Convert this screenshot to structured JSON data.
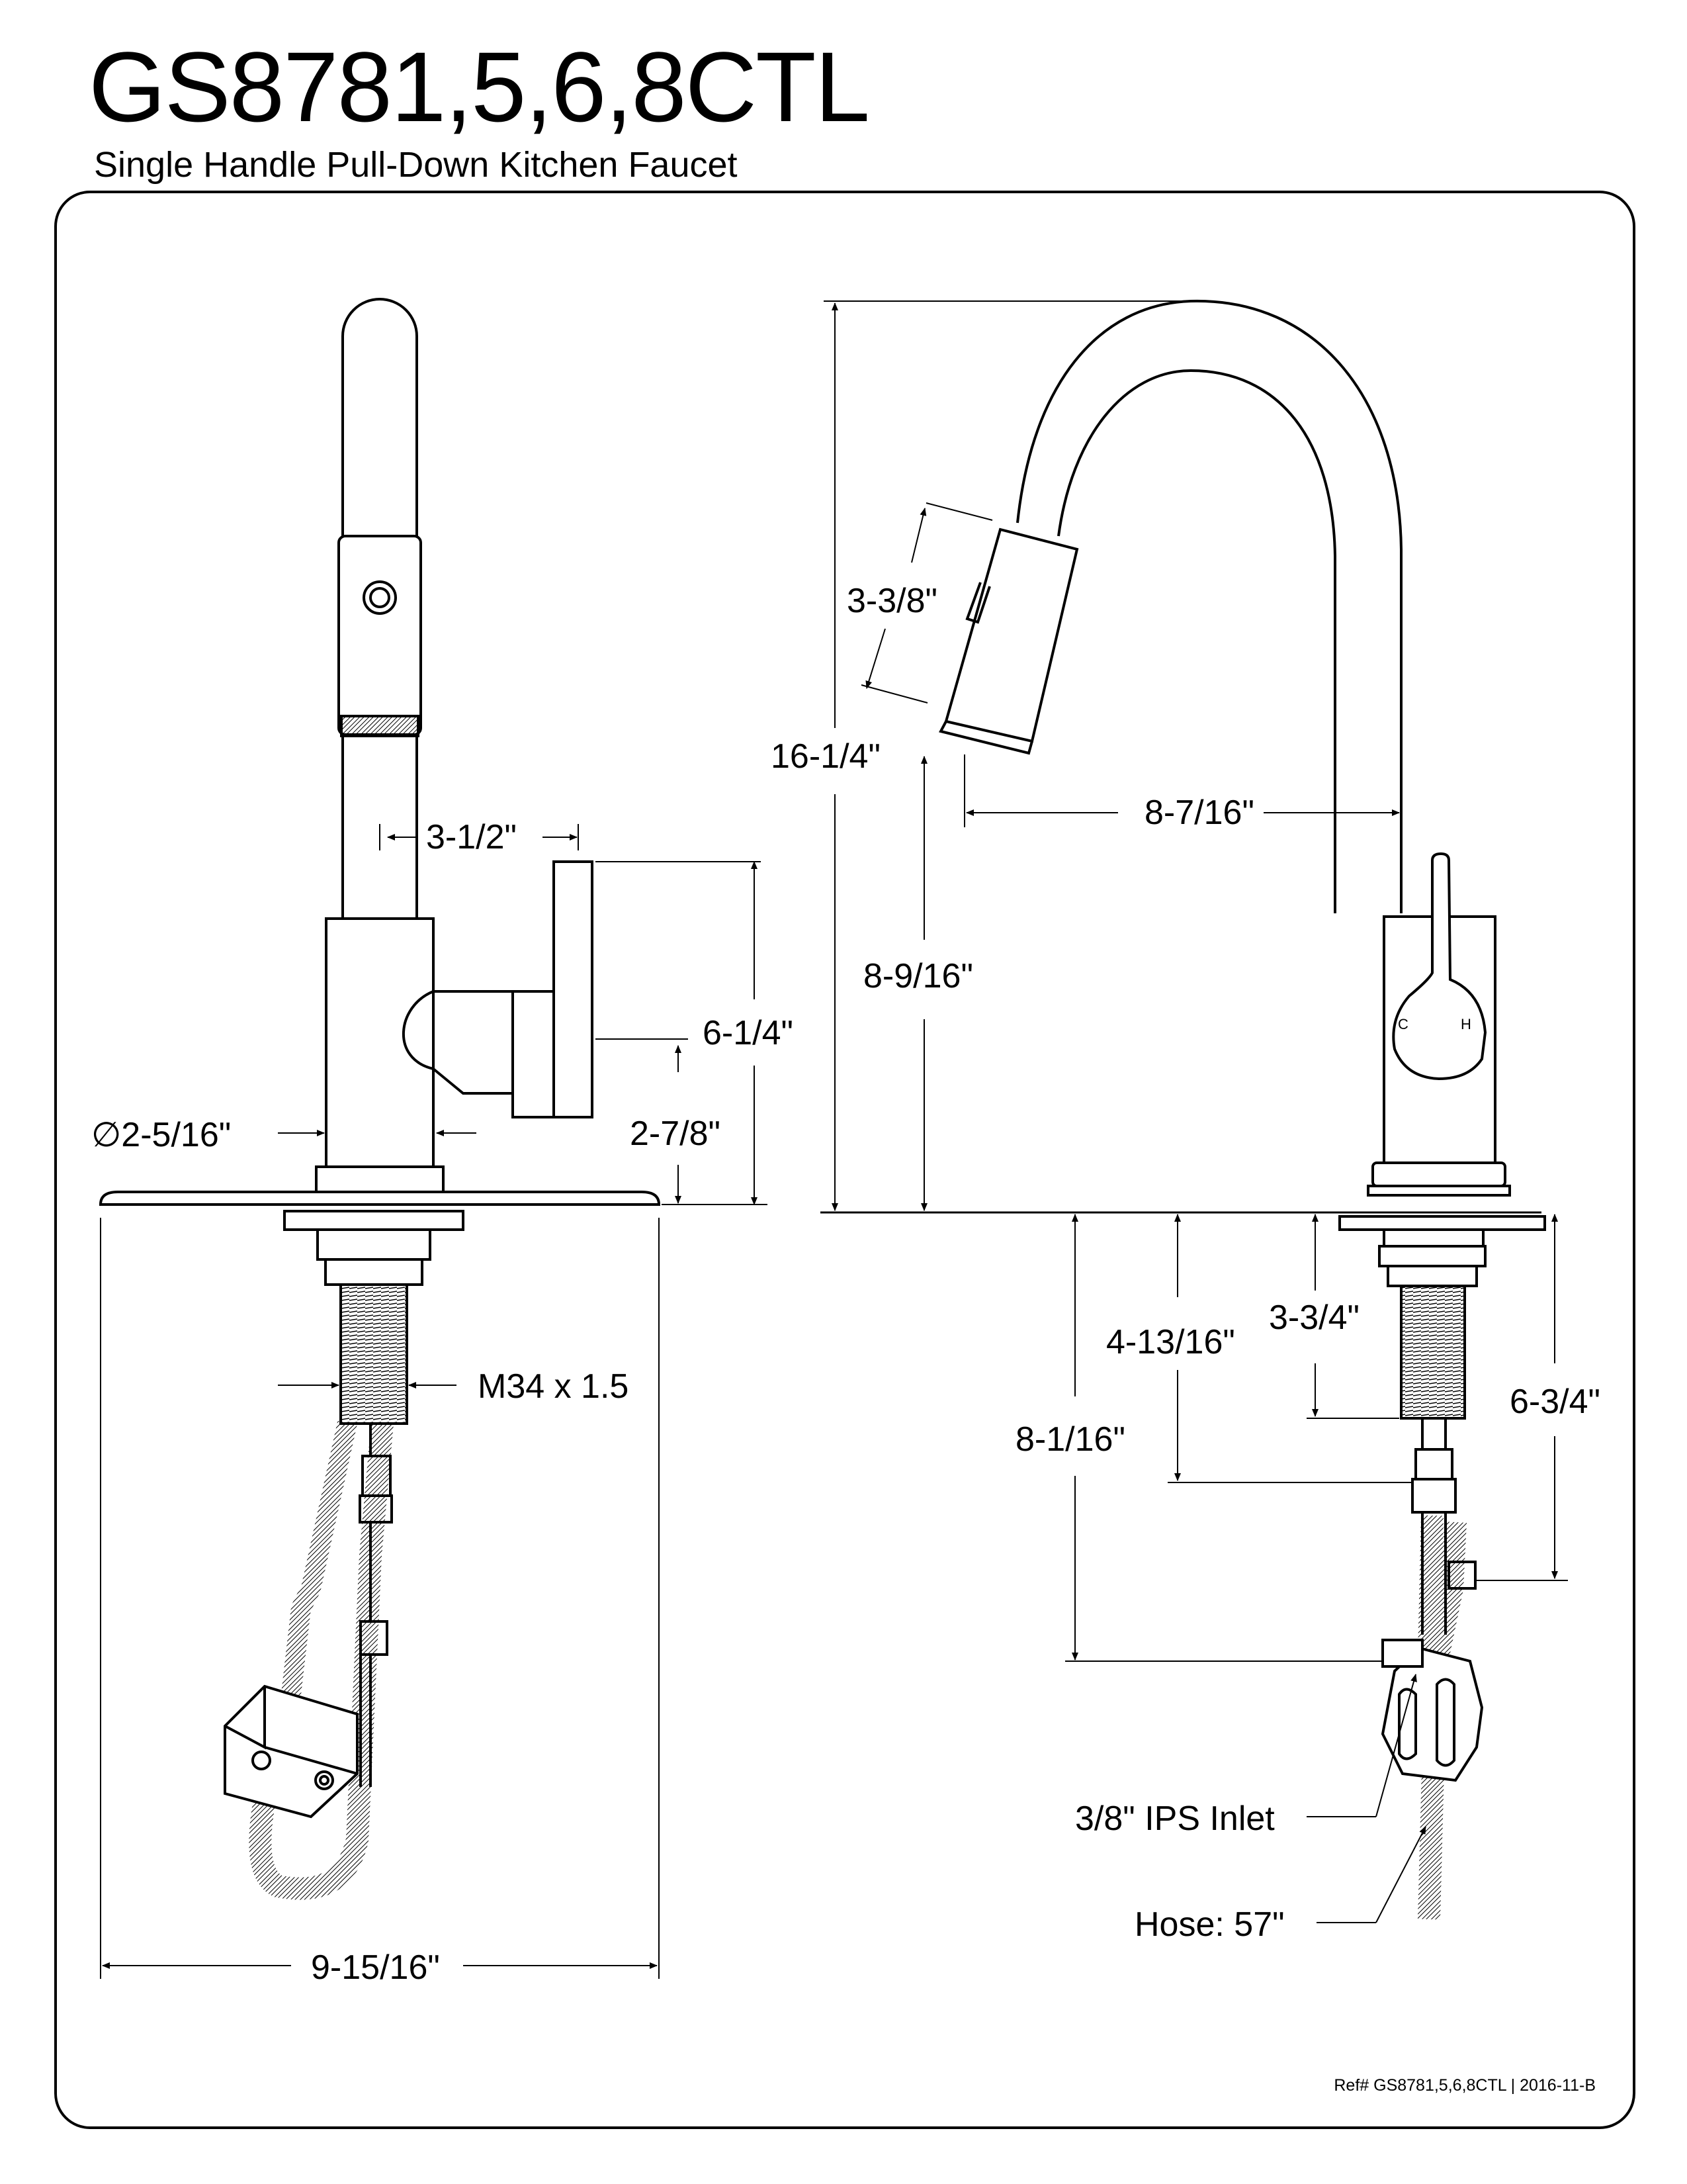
{
  "header": {
    "model": "GS8781,5,6,8CTL",
    "description": "Single Handle Pull-Down Kitchen Faucet"
  },
  "front_view": {
    "spout_reach_width": "3-1/2\"",
    "handle_height": "6-1/4\"",
    "base_diameter": "∅2-5/16\"",
    "spout_base_height": "2-7/8\"",
    "thread_size": "M34 x 1.5",
    "plate_width": "9-15/16\""
  },
  "side_view": {
    "overall_height": "16-1/4\"",
    "spray_head_length": "3-3/8\"",
    "reach": "8-7/16\"",
    "spout_clearance": "8-9/16\"",
    "handle_marks": [
      "C",
      "H"
    ],
    "shank_length": "3-3/4\"",
    "under_deck_to_fitting": "4-13/16\"",
    "under_deck_total": "8-1/16\"",
    "supply_length": "6-3/4\"",
    "inlet_label": "3/8\" IPS Inlet",
    "hose_label": "Hose: 57\""
  },
  "footer": {
    "ref": "Ref# GS8781,5,6,8CTL | 2016-11-B"
  }
}
